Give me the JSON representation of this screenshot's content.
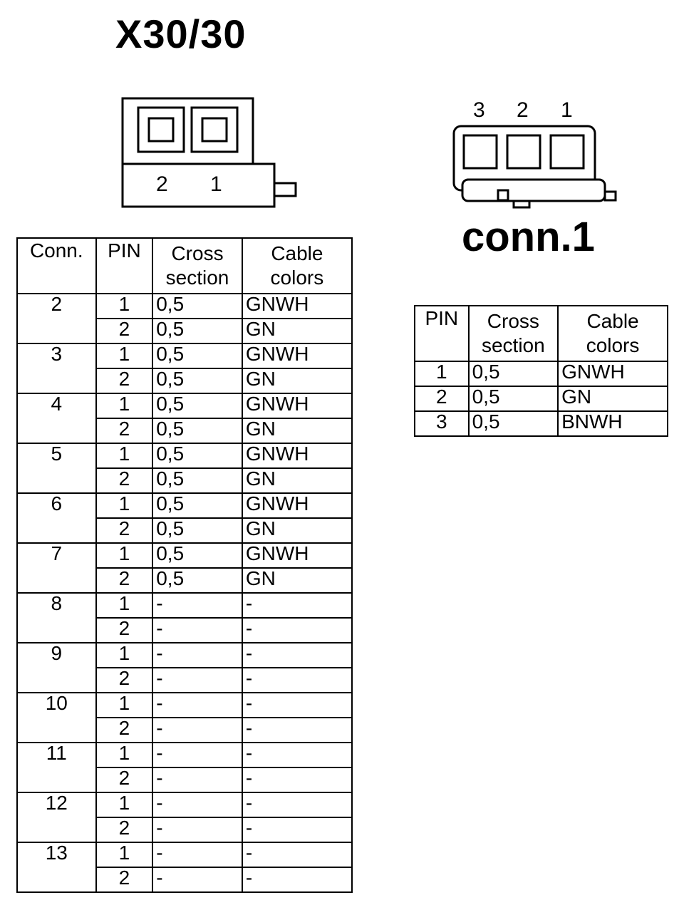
{
  "x30": {
    "title": "X30/30",
    "pin_numbers": [
      "2",
      "1"
    ],
    "table": {
      "headers": {
        "conn": "Conn.",
        "pin": "PIN",
        "cross_line1": "Cross",
        "cross_line2": "section",
        "cable_line1": "Cable",
        "cable_line2": "colors"
      },
      "groups": [
        {
          "conn": "2",
          "rows": [
            {
              "pin": "1",
              "cross": "0,5",
              "color": "GNWH"
            },
            {
              "pin": "2",
              "cross": "0,5",
              "color": "GN"
            }
          ]
        },
        {
          "conn": "3",
          "rows": [
            {
              "pin": "1",
              "cross": "0,5",
              "color": "GNWH"
            },
            {
              "pin": "2",
              "cross": "0,5",
              "color": "GN"
            }
          ]
        },
        {
          "conn": "4",
          "rows": [
            {
              "pin": "1",
              "cross": "0,5",
              "color": "GNWH"
            },
            {
              "pin": "2",
              "cross": "0,5",
              "color": "GN"
            }
          ]
        },
        {
          "conn": "5",
          "rows": [
            {
              "pin": "1",
              "cross": "0,5",
              "color": "GNWH"
            },
            {
              "pin": "2",
              "cross": "0,5",
              "color": "GN"
            }
          ]
        },
        {
          "conn": "6",
          "rows": [
            {
              "pin": "1",
              "cross": "0,5",
              "color": "GNWH"
            },
            {
              "pin": "2",
              "cross": "0,5",
              "color": "GN"
            }
          ]
        },
        {
          "conn": "7",
          "rows": [
            {
              "pin": "1",
              "cross": "0,5",
              "color": "GNWH"
            },
            {
              "pin": "2",
              "cross": "0,5",
              "color": "GN"
            }
          ]
        },
        {
          "conn": "8",
          "rows": [
            {
              "pin": "1",
              "cross": "-",
              "color": "-"
            },
            {
              "pin": "2",
              "cross": "-",
              "color": "-"
            }
          ]
        },
        {
          "conn": "9",
          "rows": [
            {
              "pin": "1",
              "cross": "-",
              "color": "-"
            },
            {
              "pin": "2",
              "cross": "-",
              "color": "-"
            }
          ]
        },
        {
          "conn": "10",
          "rows": [
            {
              "pin": "1",
              "cross": "-",
              "color": "-"
            },
            {
              "pin": "2",
              "cross": "-",
              "color": "-"
            }
          ]
        },
        {
          "conn": "11",
          "rows": [
            {
              "pin": "1",
              "cross": "-",
              "color": "-"
            },
            {
              "pin": "2",
              "cross": "-",
              "color": "-"
            }
          ]
        },
        {
          "conn": "12",
          "rows": [
            {
              "pin": "1",
              "cross": "-",
              "color": "-"
            },
            {
              "pin": "2",
              "cross": "-",
              "color": "-"
            }
          ]
        },
        {
          "conn": "13",
          "rows": [
            {
              "pin": "1",
              "cross": "-",
              "color": "-"
            },
            {
              "pin": "2",
              "cross": "-",
              "color": "-"
            }
          ]
        }
      ]
    }
  },
  "conn1": {
    "title": "conn.1",
    "pin_numbers": [
      "3",
      "2",
      "1"
    ],
    "table": {
      "headers": {
        "pin": "PIN",
        "cross_line1": "Cross",
        "cross_line2": "section",
        "cable_line1": "Cable",
        "cable_line2": "colors"
      },
      "rows": [
        {
          "pin": "1",
          "cross": "0,5",
          "color": "GNWH"
        },
        {
          "pin": "2",
          "cross": "0,5",
          "color": "GN"
        },
        {
          "pin": "3",
          "cross": "0,5",
          "color": "BNWH"
        }
      ]
    }
  }
}
